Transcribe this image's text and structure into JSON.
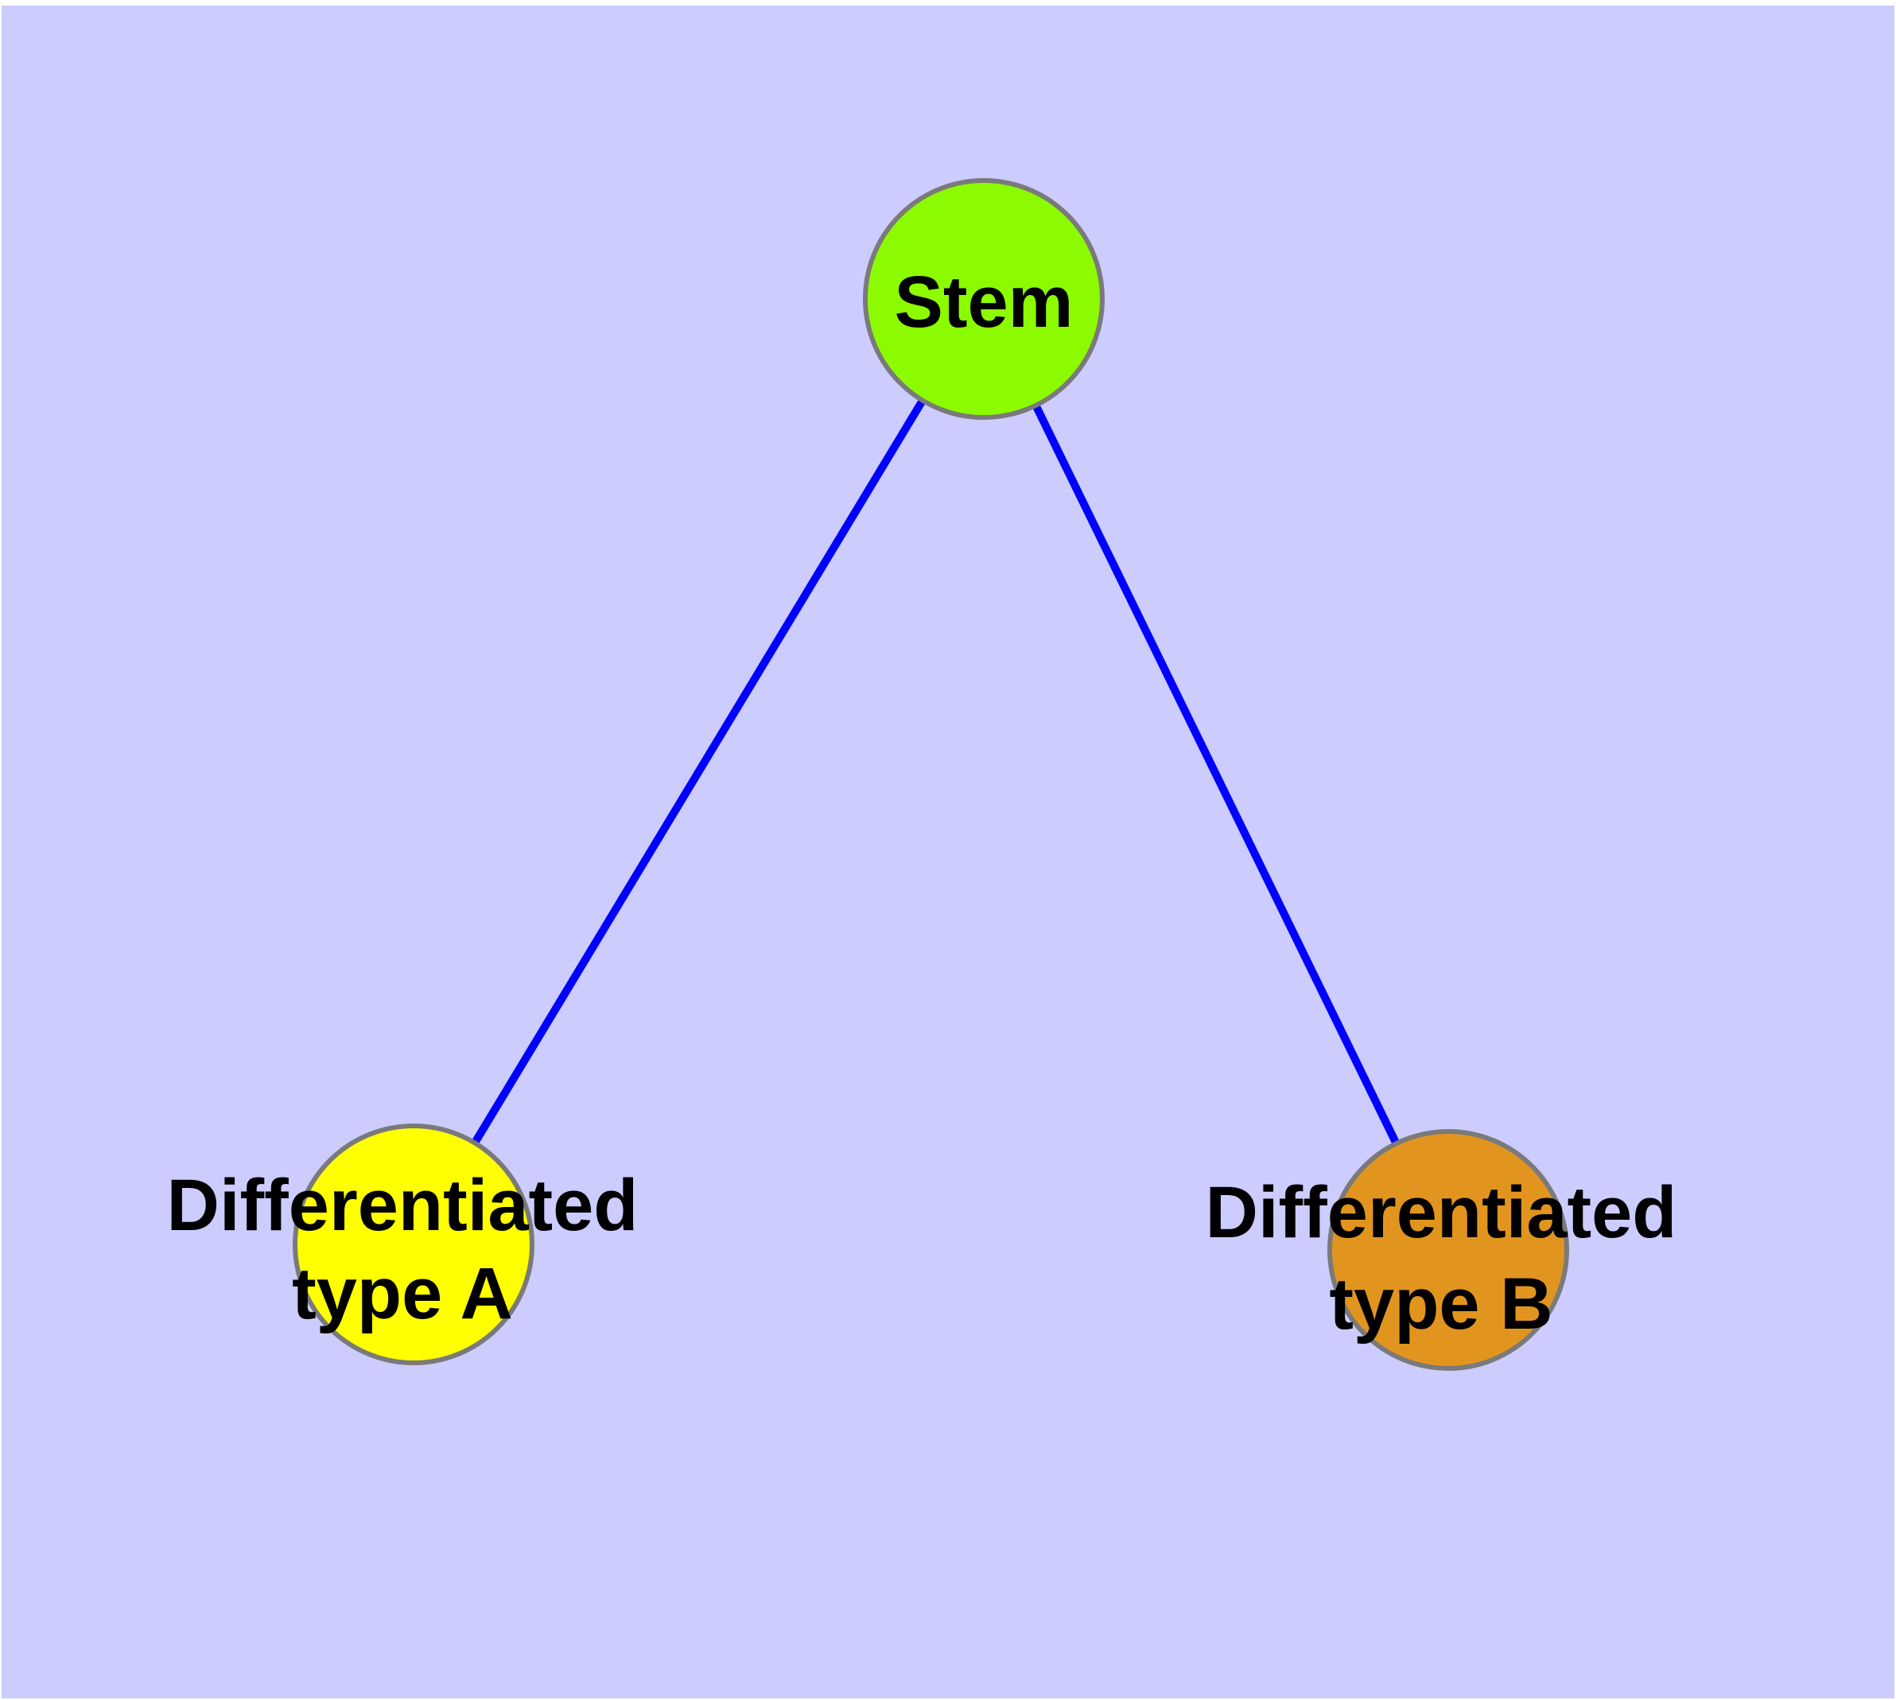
{
  "diagram": {
    "type": "node-link-graph",
    "colors": {
      "page_margin": "#FFFFFF",
      "background": "#CCCCFF",
      "edge": "#0000FF",
      "node_border": "#7A7A7A",
      "label": "#000000"
    },
    "nodes": [
      {
        "id": "stem",
        "label": "Stem",
        "lines": [
          "Stem"
        ],
        "fill": "#8CFB00"
      },
      {
        "id": "differentiated-type-a",
        "label": "Differentiated type A",
        "lines": [
          "Differentiated",
          "type A"
        ],
        "fill": "#FFFF00"
      },
      {
        "id": "differentiated-type-b",
        "label": "Differentiated type B",
        "lines": [
          "Differentiated",
          "type B"
        ],
        "fill": "#E2951E"
      }
    ],
    "edges": [
      {
        "from": "stem",
        "to": "differentiated-type-a"
      },
      {
        "from": "stem",
        "to": "differentiated-type-b"
      }
    ]
  }
}
